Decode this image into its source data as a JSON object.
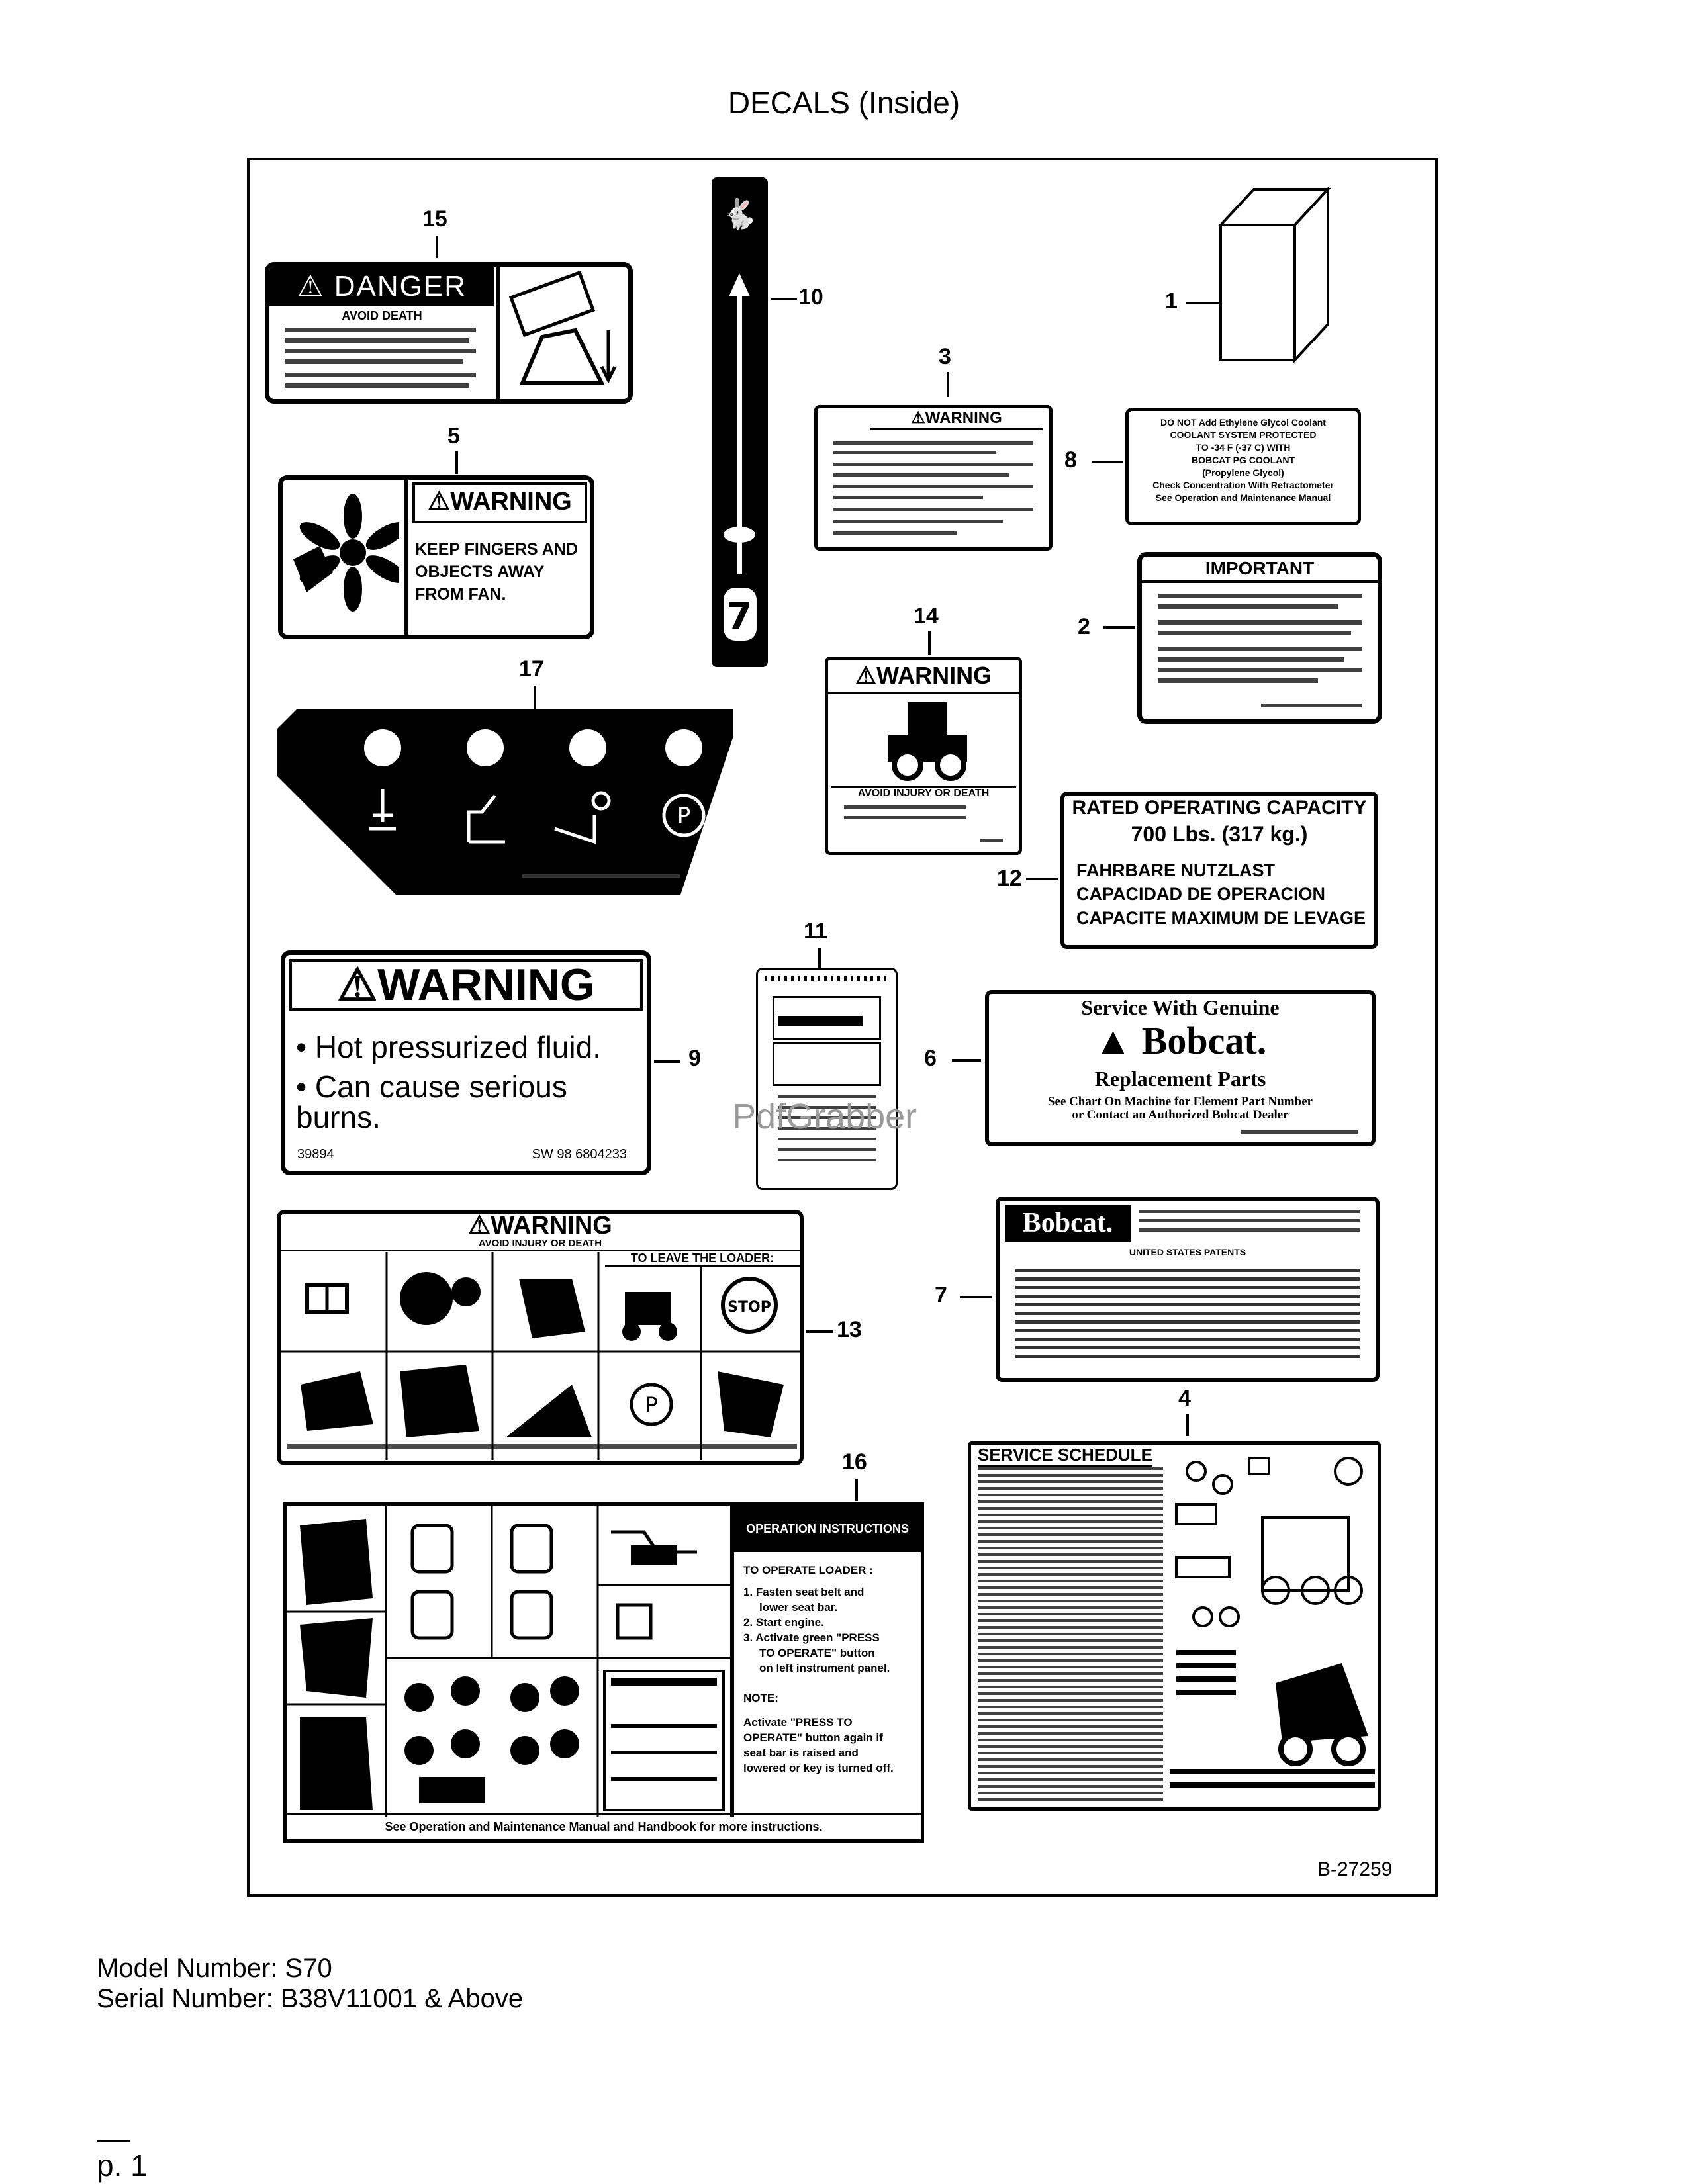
{
  "page_title": "DECALS (Inside)",
  "figure_id": "B-27259",
  "watermark": "PdfGrabber",
  "callouts": [
    "15",
    "10",
    "1",
    "3",
    "8",
    "5",
    "2",
    "14",
    "17",
    "12",
    "11",
    "6",
    "9",
    "7",
    "13",
    "4",
    "16"
  ],
  "decals": {
    "d15": {
      "header": "DANGER",
      "subheader": "AVOID DEATH"
    },
    "d5": {
      "header": "WARNING",
      "lines": [
        "KEEP FINGERS AND",
        "OBJECTS AWAY",
        "FROM FAN."
      ]
    },
    "d3": {
      "header": "WARNING"
    },
    "d8": {
      "lines": [
        "DO NOT Add Ethylene Glycol Coolant",
        "COOLANT SYSTEM PROTECTED",
        "TO -34 F (-37 C) WITH",
        "BOBCAT PG COOLANT",
        "(Propylene Glycol)",
        "Check Concentration With Refractometer",
        "See Operation and Maintenance Manual"
      ]
    },
    "d2": {
      "header": "IMPORTANT"
    },
    "d14": {
      "header": "WARNING",
      "subheader": "AVOID INJURY OR DEATH"
    },
    "d12": {
      "line1": "RATED OPERATING CAPACITY",
      "line2": "700 Lbs. (317 kg.)",
      "line3": "FAHRBARE NUTZLAST",
      "line4": "CAPACIDAD DE OPERACION",
      "line5": "CAPACITE MAXIMUM DE LEVAGE"
    },
    "d9": {
      "header": "WARNING",
      "bullet1": "Hot pressurized fluid.",
      "bullet2": "Can cause serious burns.",
      "code_left": "39894",
      "code_right": "SW 98  6804233"
    },
    "d6": {
      "line1": "Service With Genuine",
      "brand": "Bobcat.",
      "line2": "Replacement Parts",
      "line3": "See Chart On Machine for Element Part Number",
      "line4": "or Contact an Authorized Bobcat Dealer"
    },
    "d7": {
      "brand": "Bobcat.",
      "patents": "UNITED STATES PATENTS"
    },
    "d13": {
      "header": "WARNING",
      "subheader": "AVOID INJURY OR DEATH",
      "section": "TO LEAVE THE LOADER:"
    },
    "d4": {
      "header": "SERVICE SCHEDULE"
    },
    "d16": {
      "panel_title": "OPERATION INSTRUCTIONS",
      "lines": [
        "TO OPERATE LOADER :",
        "1.  Fasten seat belt and",
        "lower seat bar.",
        "2.  Start engine.",
        "3.  Activate green \"PRESS",
        "TO OPERATE\" button",
        "on left instrument panel.",
        "NOTE:",
        "Activate \"PRESS TO",
        "OPERATE\" button again if",
        "seat bar is raised and",
        "lowered or key is turned off."
      ],
      "footer": "See Operation and Maintenance Manual and Handbook for more instructions."
    }
  },
  "footer": {
    "model": "Model Number: S70",
    "serial": "Serial Number: B38V11001 & Above",
    "page": "p. 1"
  }
}
